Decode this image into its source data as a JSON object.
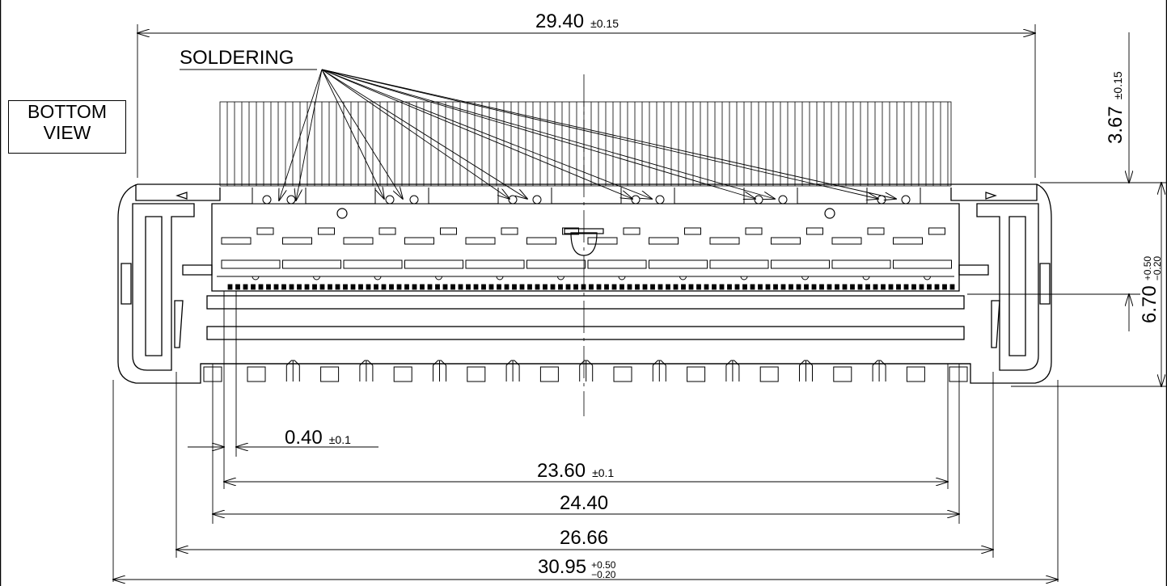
{
  "view_label": {
    "line1": "BOTTOM",
    "line2": "VIEW"
  },
  "soldering_label": "SOLDERING",
  "dimensions": {
    "overall_top": {
      "value": "29.40",
      "tol": "±0.15"
    },
    "height_top": {
      "value": "3.67",
      "tol": "±0.15"
    },
    "height_right": {
      "value": "6.70",
      "tol_plus": "+0.50",
      "tol_minus": "−0.20"
    },
    "pitch": {
      "value": "0.40",
      "tol": "±0.1"
    },
    "width_a": {
      "value": "23.60",
      "tol": "±0.1"
    },
    "width_b": {
      "value": "24.40"
    },
    "width_c": {
      "value": "26.66"
    },
    "width_d": {
      "value": "30.95",
      "tol_plus": "+0.50",
      "tol_minus": "−0.20"
    }
  }
}
